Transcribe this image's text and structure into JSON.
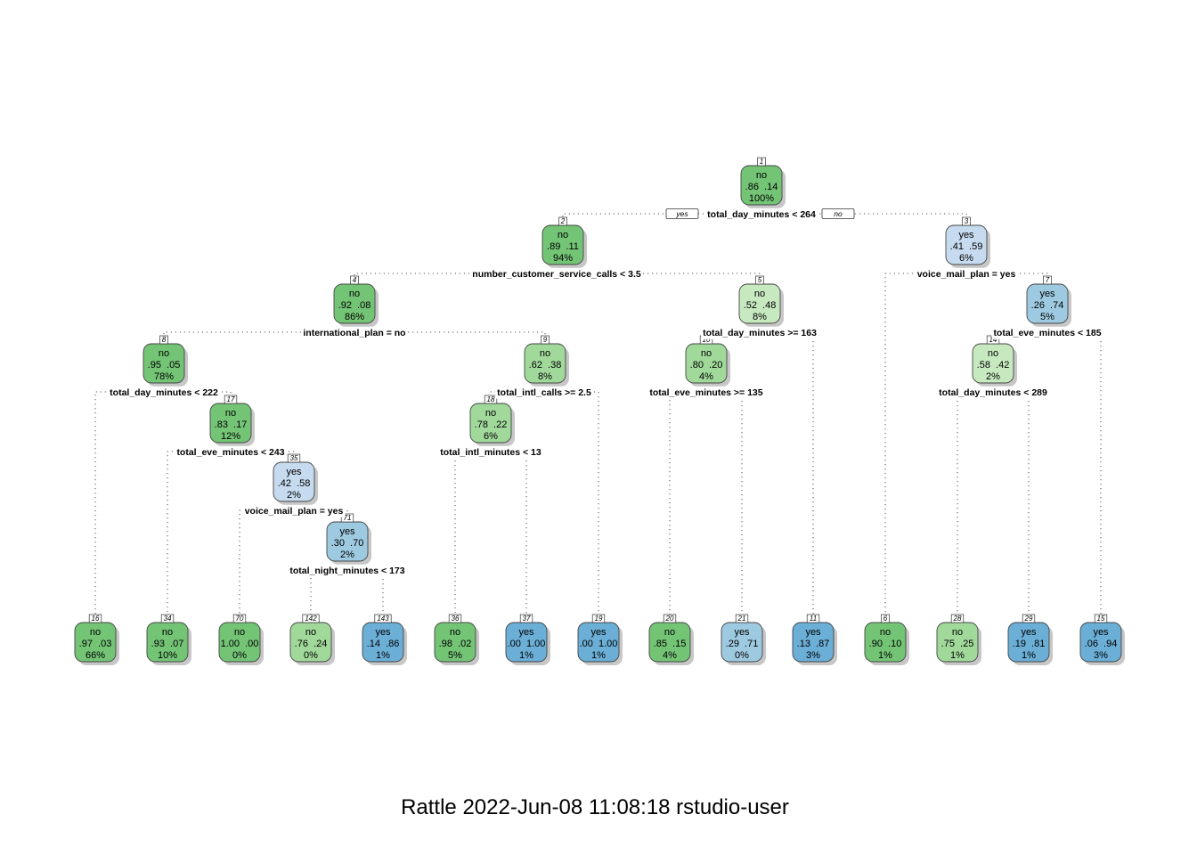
{
  "caption": "Rattle 2022-Jun-08 11:08:18 rstudio-user",
  "branch_labels": {
    "left": "yes",
    "right": "no"
  },
  "colors": {
    "green_dark": "#74c476",
    "green_mid": "#a1d99b",
    "green_light": "#c7e9c0",
    "blue_light": "#c6dbef",
    "blue_mid": "#9ecae1",
    "blue_dark": "#6baed6",
    "shadow": "#bdbdbd"
  },
  "nodes": [
    {
      "id": "1",
      "cls": "no",
      "p0": ".86",
      "p1": ".14",
      "pct": "100%",
      "fill": "green_dark"
    },
    {
      "id": "2",
      "cls": "no",
      "p0": ".89",
      "p1": ".11",
      "pct": "94%",
      "fill": "green_dark"
    },
    {
      "id": "3",
      "cls": "yes",
      "p0": ".41",
      "p1": ".59",
      "pct": "6%",
      "fill": "blue_light"
    },
    {
      "id": "4",
      "cls": "no",
      "p0": ".92",
      "p1": ".08",
      "pct": "86%",
      "fill": "green_dark"
    },
    {
      "id": "5",
      "cls": "no",
      "p0": ".52",
      "p1": ".48",
      "pct": "8%",
      "fill": "green_light"
    },
    {
      "id": "7",
      "cls": "yes",
      "p0": ".26",
      "p1": ".74",
      "pct": "5%",
      "fill": "blue_mid"
    },
    {
      "id": "8",
      "cls": "no",
      "p0": ".95",
      "p1": ".05",
      "pct": "78%",
      "fill": "green_dark"
    },
    {
      "id": "9",
      "cls": "no",
      "p0": ".62",
      "p1": ".38",
      "pct": "8%",
      "fill": "green_mid"
    },
    {
      "id": "10",
      "cls": "no",
      "p0": ".80",
      "p1": ".20",
      "pct": "4%",
      "fill": "green_mid"
    },
    {
      "id": "14",
      "cls": "no",
      "p0": ".58",
      "p1": ".42",
      "pct": "2%",
      "fill": "green_light"
    },
    {
      "id": "17",
      "cls": "no",
      "p0": ".83",
      "p1": ".17",
      "pct": "12%",
      "fill": "green_dark"
    },
    {
      "id": "18",
      "cls": "no",
      "p0": ".78",
      "p1": ".22",
      "pct": "6%",
      "fill": "green_mid"
    },
    {
      "id": "35",
      "cls": "yes",
      "p0": ".42",
      "p1": ".58",
      "pct": "2%",
      "fill": "blue_light"
    },
    {
      "id": "71",
      "cls": "yes",
      "p0": ".30",
      "p1": ".70",
      "pct": "2%",
      "fill": "blue_mid"
    },
    {
      "id": "16",
      "cls": "no",
      "p0": ".97",
      "p1": ".03",
      "pct": "66%",
      "fill": "green_dark"
    },
    {
      "id": "34",
      "cls": "no",
      "p0": ".93",
      "p1": ".07",
      "pct": "10%",
      "fill": "green_dark"
    },
    {
      "id": "70",
      "cls": "no",
      "p0": "1.00",
      "p1": ".00",
      "pct": "0%",
      "fill": "green_dark"
    },
    {
      "id": "142",
      "cls": "no",
      "p0": ".76",
      "p1": ".24",
      "pct": "0%",
      "fill": "green_mid"
    },
    {
      "id": "143",
      "cls": "yes",
      "p0": ".14",
      "p1": ".86",
      "pct": "1%",
      "fill": "blue_dark"
    },
    {
      "id": "36",
      "cls": "no",
      "p0": ".98",
      "p1": ".02",
      "pct": "5%",
      "fill": "green_dark"
    },
    {
      "id": "37",
      "cls": "yes",
      "p0": ".00",
      "p1": "1.00",
      "pct": "1%",
      "fill": "blue_dark"
    },
    {
      "id": "19",
      "cls": "yes",
      "p0": ".00",
      "p1": "1.00",
      "pct": "1%",
      "fill": "blue_dark"
    },
    {
      "id": "20",
      "cls": "no",
      "p0": ".85",
      "p1": ".15",
      "pct": "4%",
      "fill": "green_dark"
    },
    {
      "id": "21",
      "cls": "yes",
      "p0": ".29",
      "p1": ".71",
      "pct": "0%",
      "fill": "blue_mid"
    },
    {
      "id": "11",
      "cls": "yes",
      "p0": ".13",
      "p1": ".87",
      "pct": "3%",
      "fill": "blue_dark"
    },
    {
      "id": "6",
      "cls": "no",
      "p0": ".90",
      "p1": ".10",
      "pct": "1%",
      "fill": "green_dark"
    },
    {
      "id": "28",
      "cls": "no",
      "p0": ".75",
      "p1": ".25",
      "pct": "1%",
      "fill": "green_mid"
    },
    {
      "id": "29",
      "cls": "yes",
      "p0": ".19",
      "p1": ".81",
      "pct": "1%",
      "fill": "blue_dark"
    },
    {
      "id": "15",
      "cls": "yes",
      "p0": ".06",
      "p1": ".94",
      "pct": "3%",
      "fill": "blue_dark"
    }
  ],
  "splits": [
    {
      "node": "1",
      "text": "total_day_minutes < 264"
    },
    {
      "node": "2",
      "text": "number_customer_service_calls < 3.5"
    },
    {
      "node": "3",
      "text": "voice_mail_plan = yes"
    },
    {
      "node": "4",
      "text": "international_plan = no"
    },
    {
      "node": "5",
      "text": "total_day_minutes >= 163"
    },
    {
      "node": "7",
      "text": "total_eve_minutes < 185"
    },
    {
      "node": "8",
      "text": "total_day_minutes < 222"
    },
    {
      "node": "9",
      "text": "total_intl_calls >= 2.5"
    },
    {
      "node": "10",
      "text": "total_eve_minutes >= 135"
    },
    {
      "node": "14",
      "text": "total_day_minutes < 289"
    },
    {
      "node": "17",
      "text": "total_eve_minutes < 243"
    },
    {
      "node": "18",
      "text": "total_intl_minutes < 13"
    },
    {
      "node": "35",
      "text": "voice_mail_plan = yes"
    },
    {
      "node": "71",
      "text": "total_night_minutes < 173"
    }
  ],
  "edges": [
    [
      "1",
      "2"
    ],
    [
      "1",
      "3"
    ],
    [
      "2",
      "4"
    ],
    [
      "2",
      "5"
    ],
    [
      "3",
      "6"
    ],
    [
      "3",
      "7"
    ],
    [
      "4",
      "8"
    ],
    [
      "4",
      "9"
    ],
    [
      "5",
      "10"
    ],
    [
      "5",
      "11"
    ],
    [
      "7",
      "14"
    ],
    [
      "7",
      "15"
    ],
    [
      "8",
      "16"
    ],
    [
      "8",
      "17"
    ],
    [
      "9",
      "18"
    ],
    [
      "9",
      "19"
    ],
    [
      "10",
      "20"
    ],
    [
      "10",
      "21"
    ],
    [
      "14",
      "28"
    ],
    [
      "14",
      "29"
    ],
    [
      "17",
      "34"
    ],
    [
      "17",
      "35"
    ],
    [
      "18",
      "36"
    ],
    [
      "18",
      "37"
    ],
    [
      "35",
      "70"
    ],
    [
      "35",
      "71"
    ],
    [
      "71",
      "142"
    ],
    [
      "71",
      "143"
    ]
  ]
}
